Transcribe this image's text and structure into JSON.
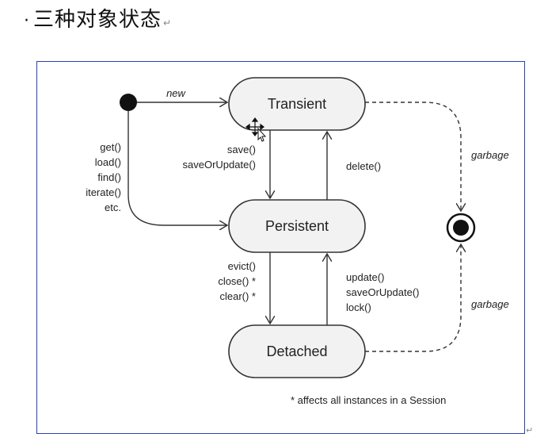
{
  "heading": {
    "bullet": "·",
    "text": "三种对象状态",
    "para_mark": "↵"
  },
  "states": {
    "transient": "Transient",
    "persistent": "Persistent",
    "detached": "Detached"
  },
  "transitions": {
    "new": "new",
    "load_ops": [
      "get()",
      "load()",
      "find()",
      "iterate()",
      "etc."
    ],
    "save_ops": [
      "save()",
      "saveOrUpdate()"
    ],
    "delete_ops": [
      "delete()"
    ],
    "detach_ops": [
      "evict()",
      "close() *",
      "clear() *"
    ],
    "reattach_ops": [
      "update()",
      "saveOrUpdate()",
      "lock()"
    ],
    "garbage_top": "garbage",
    "garbage_bottom": "garbage"
  },
  "footnote": "* affects all instances in a Session",
  "colors": {
    "frame": "#2b3fb5",
    "stroke": "#333333",
    "state_fill": "#f2f2f2"
  },
  "bottom_para_mark": "↵"
}
